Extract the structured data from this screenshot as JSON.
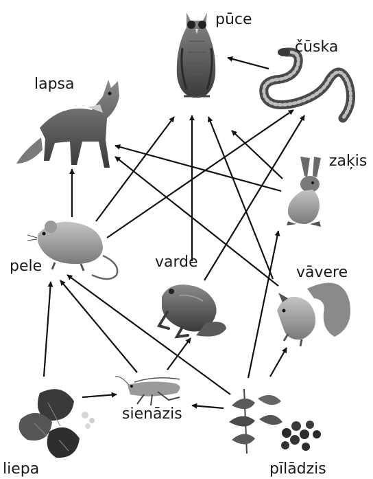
{
  "labels": {
    "puce": "pūce",
    "cuska": "čūska",
    "lapsa": "lapsa",
    "zakis": "zaķis",
    "pele": "pele",
    "varde": "varde",
    "vavere": "vāvere",
    "sienazis": "sienāzis",
    "liepa": "liepa",
    "piladzis": "pīlādzis"
  }
}
